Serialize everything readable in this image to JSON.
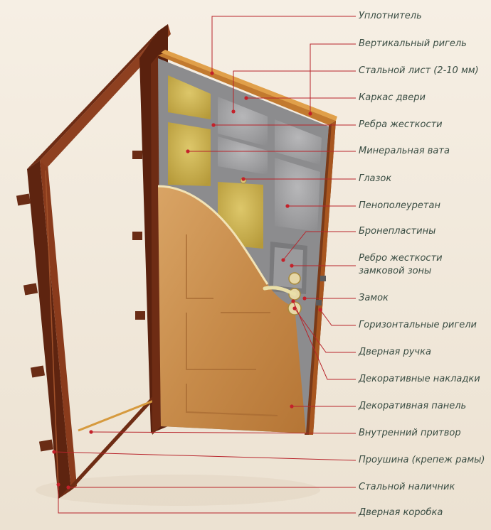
{
  "labels": {
    "seal": "Уплотнитель",
    "vertical_bolt": "Вертикальный ригель",
    "steel_sheet": "Стальной лист (2-10 мм)",
    "door_frame": "Каркас двери",
    "stiffeners": "Ребра жесткости",
    "mineral_wool": "Минеральная вата",
    "peephole": "Глазок",
    "polyurethane": "Пенополеуретан",
    "armor_plates": "Бронепластины",
    "lock_stiffener_1": "Ребро жесткости",
    "lock_stiffener_2": "замковой зоны",
    "lock": "Замок",
    "horizontal_bolts": "Горизонтальные ригели",
    "handle": "Дверная ручка",
    "decor_overlays": "Декоративные накладки",
    "decor_panel": "Декоративная панель",
    "inner_rebate": "Внутренний притвор",
    "lug": "Проушина (крепеж рамы)",
    "steel_casing": "Стальной наличник",
    "door_box": "Дверная коробка"
  },
  "colors": {
    "background": "#f3ebde",
    "leader_line": "#b8242b",
    "label_text": "#3a4d43",
    "frame": "#6e2c14",
    "steel": "#8d8d8f",
    "wool": "#c8b24a",
    "wood": "#c98f4e"
  }
}
